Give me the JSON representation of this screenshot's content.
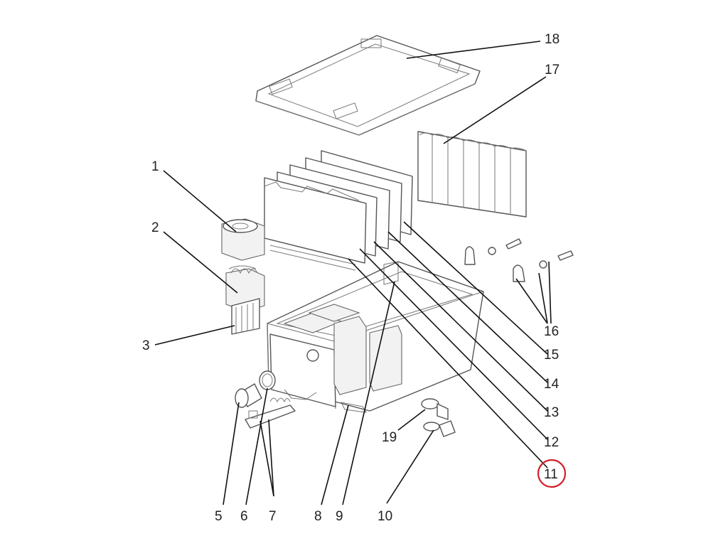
{
  "labels": {
    "p1": "1",
    "p2": "2",
    "p3": "3",
    "p5": "5",
    "p6": "6",
    "p7": "7",
    "p8": "8",
    "p9": "9",
    "p10": "10",
    "p11": "11",
    "p12": "12",
    "p13": "13",
    "p14": "14",
    "p15": "15",
    "p16": "16",
    "p17": "17",
    "p18": "18",
    "p19": "19"
  },
  "highlighted_label": "11",
  "colors": {
    "highlight": "#d0202a",
    "line": "#111111",
    "drawing": "#555555"
  }
}
